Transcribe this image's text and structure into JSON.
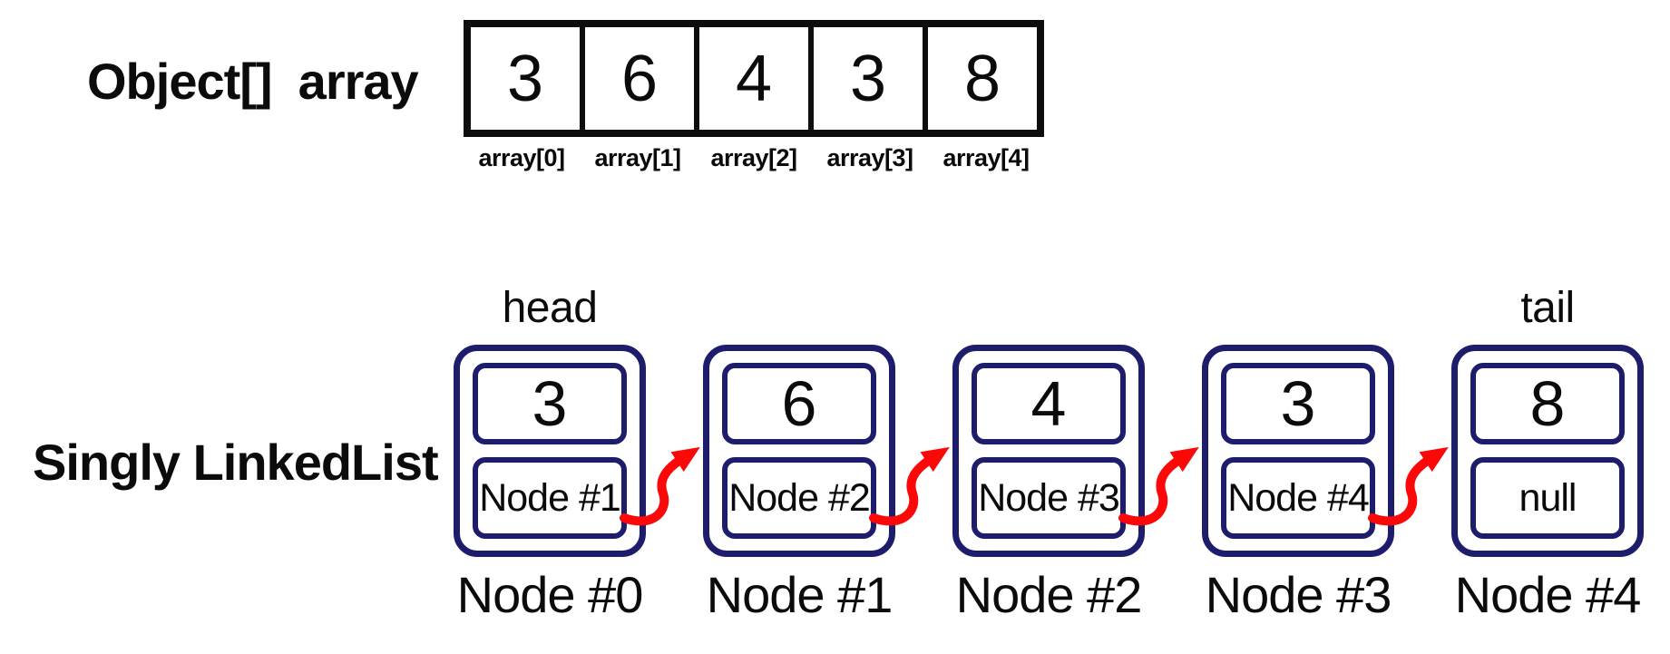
{
  "colors": {
    "node_border": "#1d1d6b",
    "arrow": "#fb0909",
    "text": "#0b0b0b",
    "array_border": "#0d0d0d"
  },
  "array_section": {
    "label": "Object[]  array",
    "cells": [
      {
        "value": "3",
        "index_label": "array[0]"
      },
      {
        "value": "6",
        "index_label": "array[1]"
      },
      {
        "value": "4",
        "index_label": "array[2]"
      },
      {
        "value": "3",
        "index_label": "array[3]"
      },
      {
        "value": "8",
        "index_label": "array[4]"
      }
    ]
  },
  "list_section": {
    "label": "Singly LinkedList",
    "head_label": "head",
    "tail_label": "tail",
    "nodes": [
      {
        "value": "3",
        "next": "Node #1",
        "caption": "Node #0"
      },
      {
        "value": "6",
        "next": "Node #2",
        "caption": "Node #1"
      },
      {
        "value": "4",
        "next": "Node #3",
        "caption": "Node #2"
      },
      {
        "value": "3",
        "next": "Node #4",
        "caption": "Node #3"
      },
      {
        "value": "8",
        "next": "null",
        "caption": "Node #4"
      }
    ]
  }
}
